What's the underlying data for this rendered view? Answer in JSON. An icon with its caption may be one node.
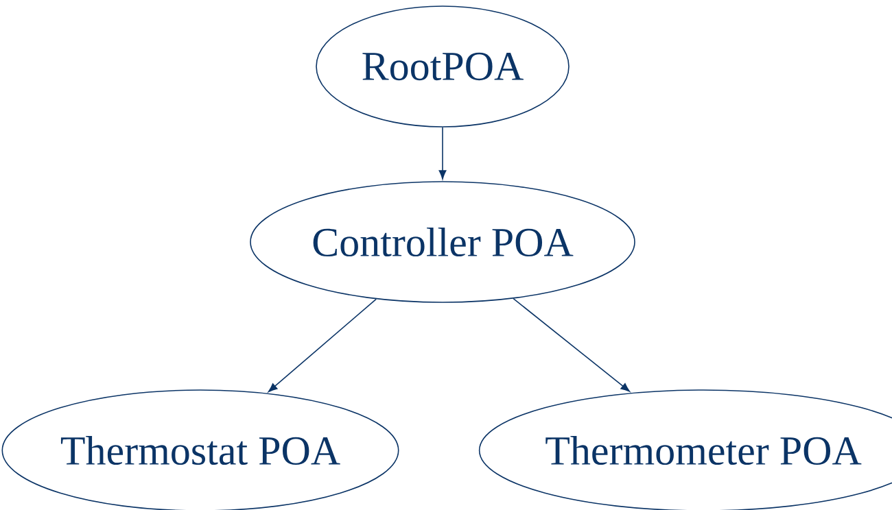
{
  "diagram": {
    "nodes": [
      {
        "text": [
          "RootPOA"
        ]
      },
      {
        "text": [
          "Controller POA"
        ]
      },
      {
        "text": [
          "Thermostat POA"
        ]
      },
      {
        "text": [
          "Thermometer POA"
        ]
      }
    ],
    "edges": [
      {
        "from": 0,
        "to": 1,
        "arrow": "to"
      },
      {
        "from": 1,
        "to": 2,
        "arrow": "to"
      },
      {
        "from": 1,
        "to": 3,
        "arrow": "to"
      }
    ]
  }
}
